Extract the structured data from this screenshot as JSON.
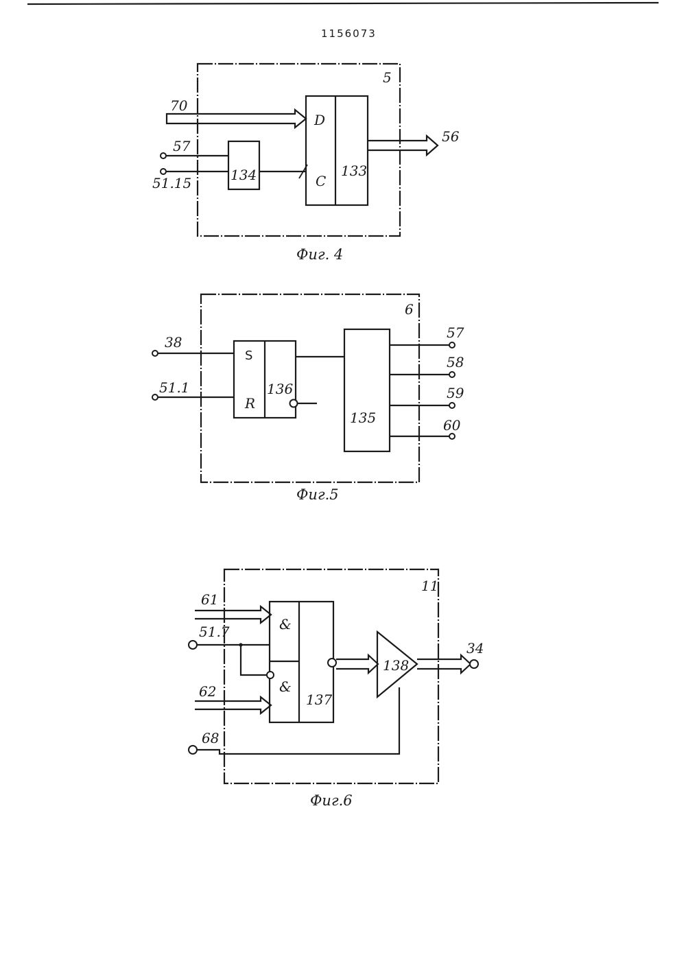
{
  "page": {
    "doc_number": "1156073"
  },
  "fig4": {
    "caption": "Фиг. 4",
    "block_id": "5",
    "inputs": {
      "bus_in": "70",
      "pin_a": "57",
      "pin_b": "51.15"
    },
    "output": "56",
    "block_134": "134",
    "block_133": "133",
    "d_label": "D",
    "c_label": "C"
  },
  "fig5": {
    "caption": "Фиг.5",
    "block_id": "6",
    "inputs": {
      "s_in": "38",
      "r_in": "51.1"
    },
    "outputs": [
      "57",
      "58",
      "59",
      "60"
    ],
    "trigger": "136",
    "s_label": "S",
    "r_label": "R",
    "block_135": "135"
  },
  "fig6": {
    "caption": "Фиг.6",
    "block_id": "11",
    "inputs": {
      "bus_a": "61",
      "pin_a": "51.7",
      "bus_b": "62",
      "pin_b": "68"
    },
    "output": "34",
    "and_label_1": "&",
    "and_label_2": "&",
    "block_137": "137",
    "amp": "138"
  }
}
